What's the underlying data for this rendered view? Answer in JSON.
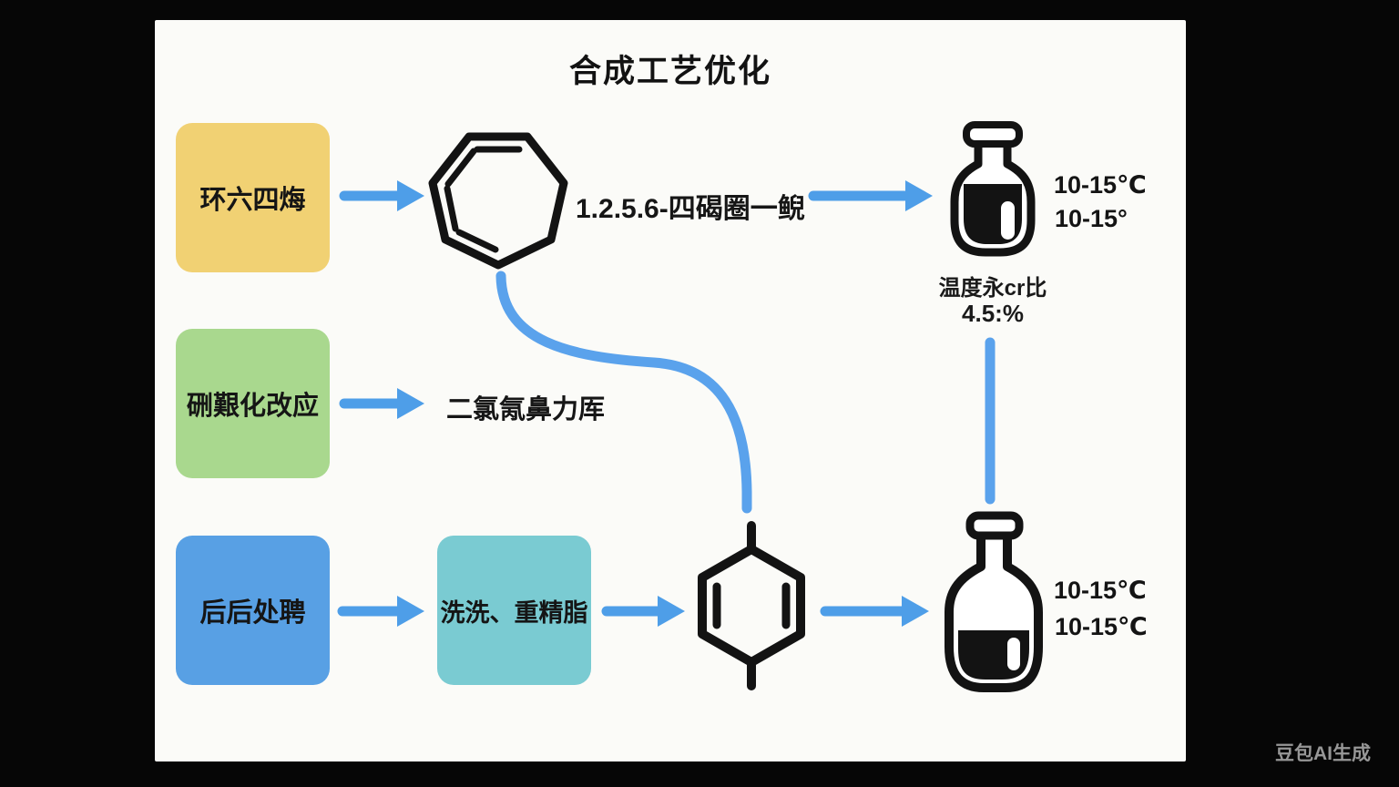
{
  "title": "合成工艺优化",
  "colors": {
    "background": "#060606",
    "canvas": "#fbfbf8",
    "arrow_blue": "#4e9ee8",
    "connector_blue": "#5aa2ec",
    "step1_yellow": "#f1d173",
    "step2_green": "#a9d88e",
    "step3_blue": "#58a0e4",
    "wash_teal": "#7acbd2",
    "ink_black": "#131313"
  },
  "steps": [
    {
      "label": "环六四烸"
    },
    {
      "label": "硎艱化改应"
    },
    {
      "label": "后后处聘"
    }
  ],
  "wash_box": {
    "label": "洗洗、重精脂"
  },
  "molecule1": {
    "icon": "heptagon-triene-ring",
    "label": "1.2.5.6-四碣圈一鲵"
  },
  "solvent": {
    "label": "二氯氞鼻力厍"
  },
  "molecule2": {
    "icon": "benzene-ring"
  },
  "flask1": {
    "icon": "full-flask",
    "temps": [
      "10-15℃",
      "10-15°"
    ],
    "note_line1": "温度永cr比",
    "note_line2": "4.5:%"
  },
  "flask2": {
    "icon": "half-flask",
    "temps": [
      "10-15℃",
      "10-15℃"
    ]
  },
  "watermark": "豆包AI生成"
}
